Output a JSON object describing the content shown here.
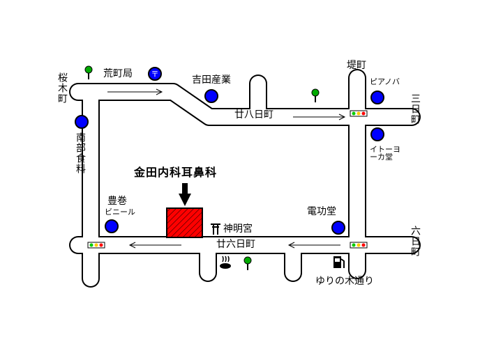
{
  "map": {
    "destination": "金田内科耳鼻科",
    "streets": {
      "arai_machi": "荒町局",
      "nijuuhachi_nichi_machi": "廿八日町",
      "nijuuroku_nichi_machi": "廿六日町",
      "sakuragi_machi": "桜木町",
      "tsutsumi_machi": "堤町",
      "sanbi_machi": "三日町",
      "muika_machi": "六日町",
      "yurinoki_doori": "ゆりの木通り"
    },
    "landmarks": {
      "yoshida": "吉田産業",
      "piapa": "ピアノバ",
      "itoyokado": "イトーヨーカ堂",
      "nanbu_shokuryo": "南部食料",
      "toyomaki": "豊巻",
      "vinyl": "ビニール",
      "denkodo": "電功堂",
      "shinmeigu": "神明宮"
    },
    "symbols": {
      "torii": "⛩",
      "post_office": "〒",
      "onsen": "♨",
      "gas_station": "⛽"
    },
    "colors": {
      "road_stroke": "#000000",
      "road_fill": "#ffffff",
      "marker_blue": "#0000ff",
      "destination_red": "#ff0000",
      "tree_green": "#00aa00",
      "signal_green": "#00cc00",
      "signal_red": "#ff0000"
    }
  }
}
